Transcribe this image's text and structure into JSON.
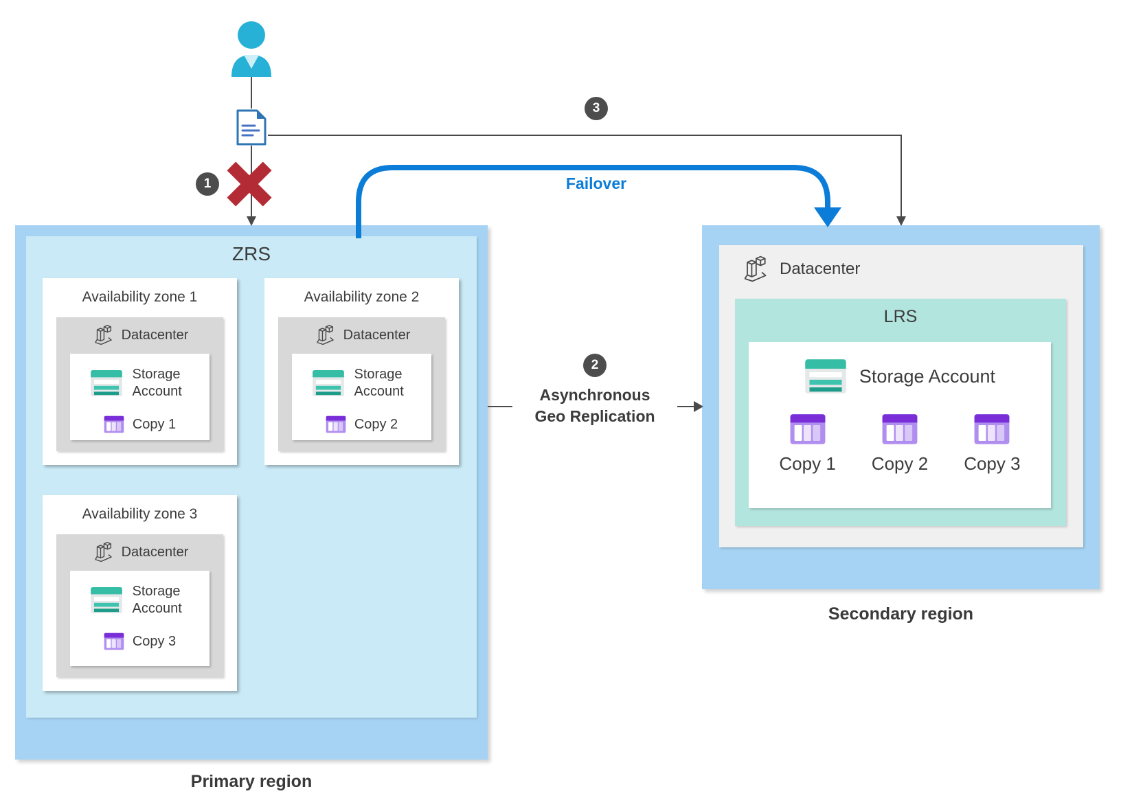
{
  "steps": {
    "one": "1",
    "two": "2",
    "three": "3"
  },
  "labels": {
    "failover": "Failover",
    "geo_replication_line1": "Asynchronous",
    "geo_replication_line2": "Geo Replication"
  },
  "primary_region": {
    "caption": "Primary region",
    "redundancy_label": "ZRS",
    "zones": [
      {
        "title": "Availability zone 1",
        "datacenter": "Datacenter",
        "storage": "Storage Account",
        "copy": "Copy 1"
      },
      {
        "title": "Availability zone 2",
        "datacenter": "Datacenter",
        "storage": "Storage Account",
        "copy": "Copy 2"
      },
      {
        "title": "Availability zone 3",
        "datacenter": "Datacenter",
        "storage": "Storage Account",
        "copy": "Copy 3"
      }
    ]
  },
  "secondary_region": {
    "caption": "Secondary region",
    "datacenter": "Datacenter",
    "redundancy_label": "LRS",
    "storage": "Storage Account",
    "copies": [
      "Copy 1",
      "Copy 2",
      "Copy 3"
    ]
  },
  "icons": {
    "user": "user-icon",
    "document": "document-icon",
    "datacenter": "datacenter-building-icon",
    "storage_account": "storage-account-icon",
    "copy": "table-copy-icon",
    "error": "red-x-icon"
  },
  "colors": {
    "region_blue": "#A6D3F3",
    "zrs_cyan": "#C9EAF6",
    "zone_gray": "#D8D8D8",
    "dc_gray": "#F0F0F0",
    "lrs_teal": "#B2E5DE",
    "storage_teal": "#35BEA5",
    "copy_purple": "#7A2ED8",
    "failover_blue": "#0B7CD8",
    "error_red": "#B32B35",
    "badge_gray": "#4D4D4D",
    "user_cyan": "#28B1D6",
    "doc_blue": "#2E75B6",
    "arrow_gray": "#4A4A4A",
    "text_dark": "#3C3C3C"
  }
}
